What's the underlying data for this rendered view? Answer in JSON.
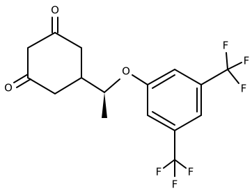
{
  "molecule": {
    "atoms": {
      "o_ketone_top": "O",
      "o_ketone_left": "O",
      "o_ether": "O",
      "f1": "F",
      "f2": "F",
      "f3": "F",
      "f4": "F",
      "f5": "F",
      "f6": "F"
    }
  }
}
